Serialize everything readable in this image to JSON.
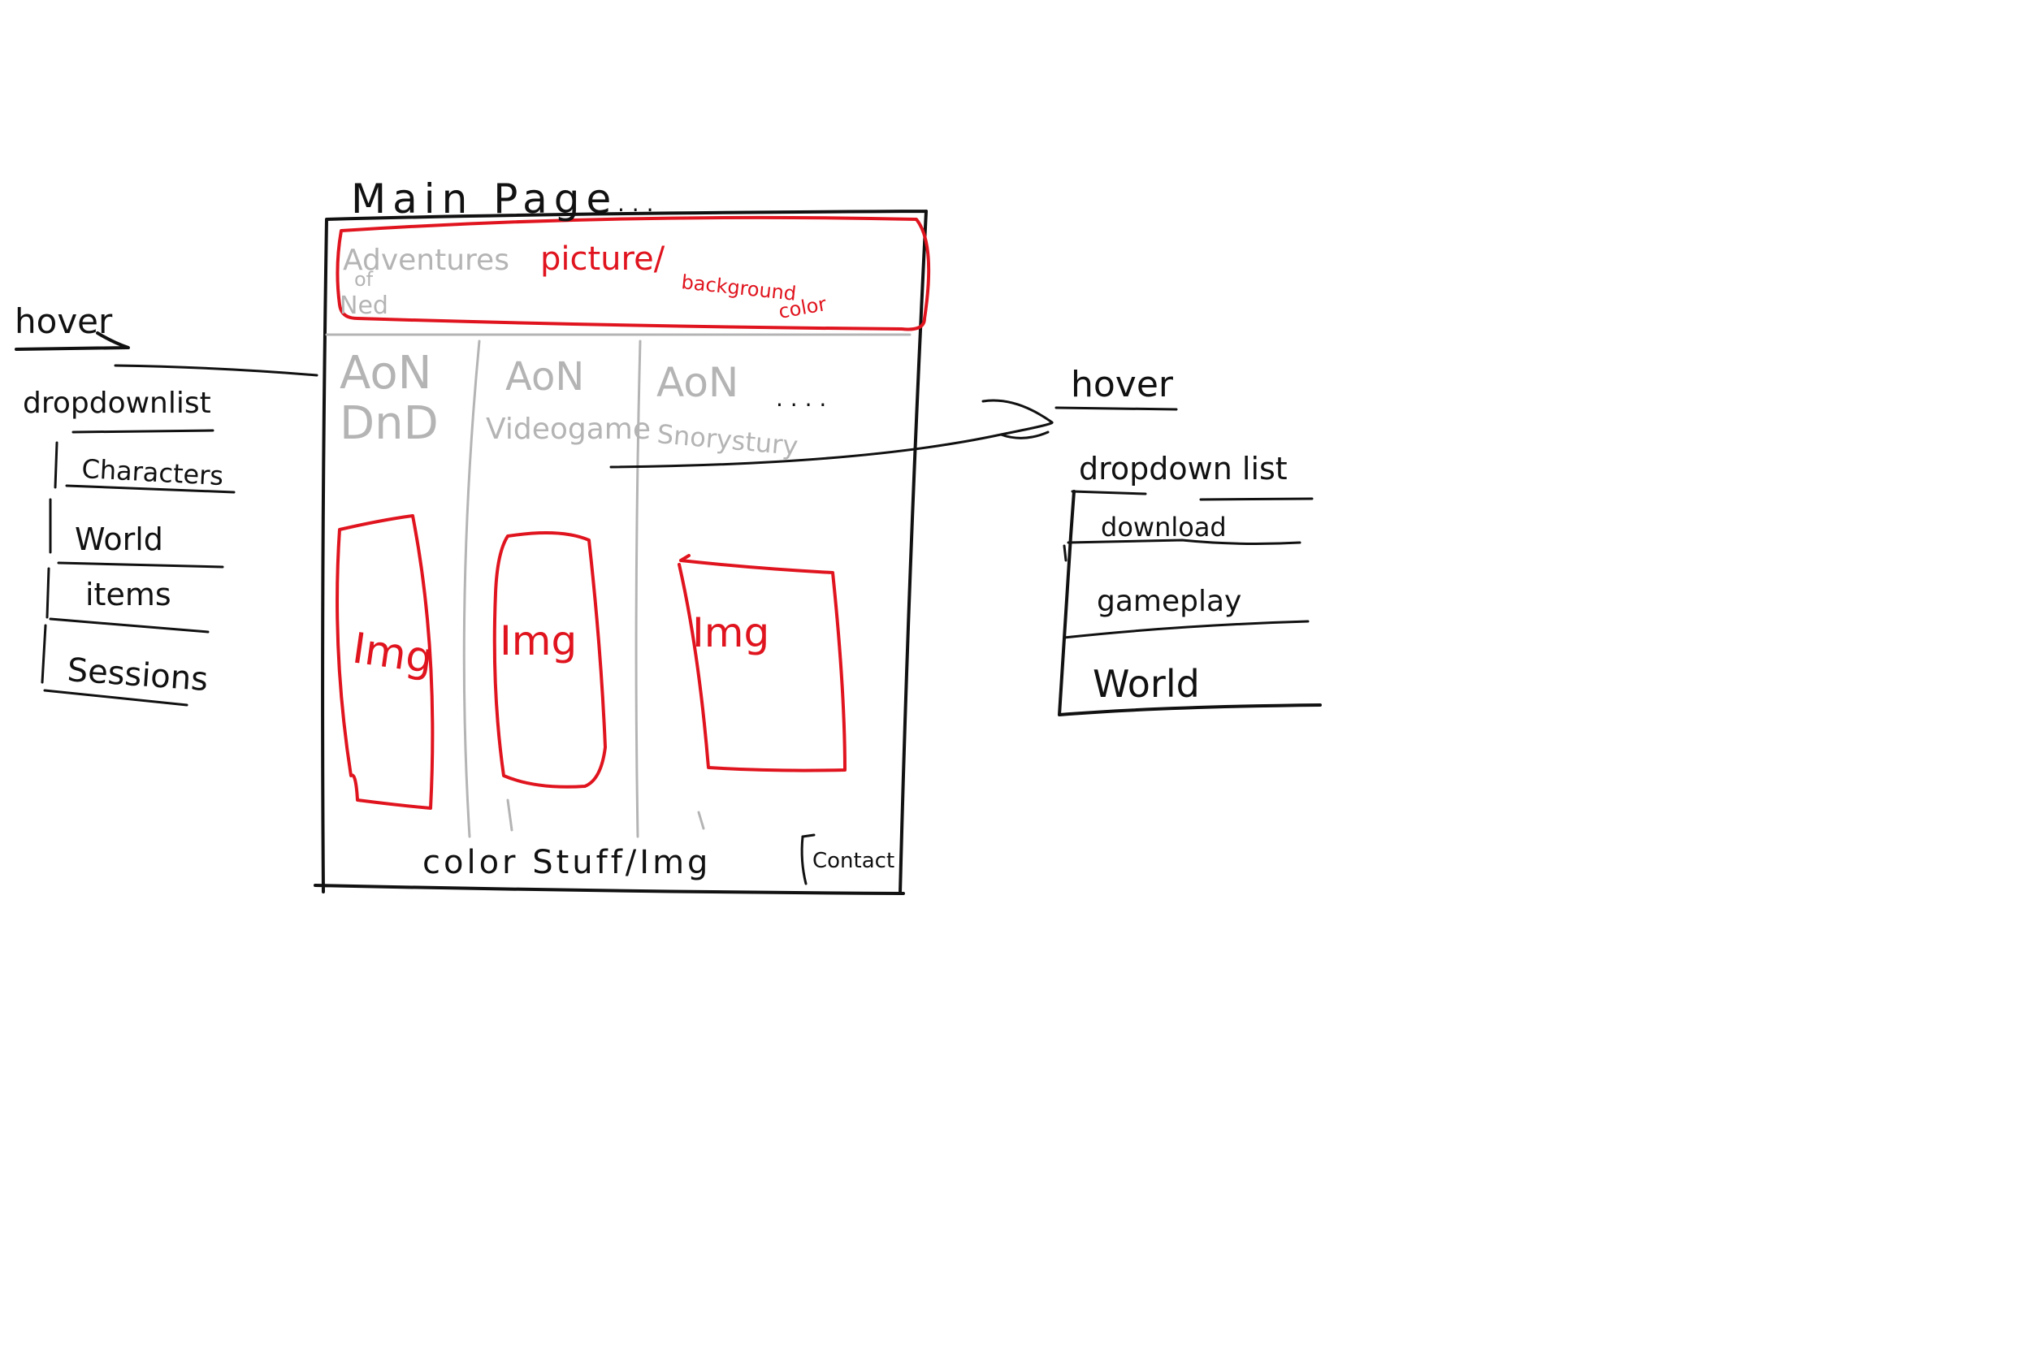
{
  "title": "Main Page",
  "title_dots": ". . .",
  "colors": {
    "ink": "#111111",
    "grey": "#b4b4b4",
    "red": "#e0141e"
  },
  "header": {
    "site_name_lines": [
      "Adventures",
      "of",
      "Ned"
    ],
    "picture_label": "picture/",
    "background_label_lines": [
      "background",
      "color"
    ]
  },
  "nav": {
    "items": [
      {
        "line1": "AoN",
        "line2": "DnD"
      },
      {
        "line1": "AoN",
        "line2": "Videogame"
      },
      {
        "line1": "AoN",
        "line2": "Snorystury"
      }
    ],
    "more": ". . . ."
  },
  "content": {
    "image_labels": [
      "Img",
      "Img",
      "Img"
    ]
  },
  "footer": {
    "label": "color Stuff/Img",
    "contact": "Contact"
  },
  "left_note": {
    "hover": "hover",
    "dropdown": "dropdownlist",
    "items": [
      "Characters",
      "World",
      "items",
      "Sessions"
    ]
  },
  "right_note": {
    "hover": "hover",
    "dropdown": "dropdown list",
    "items": [
      "download",
      "gameplay",
      "World"
    ]
  }
}
